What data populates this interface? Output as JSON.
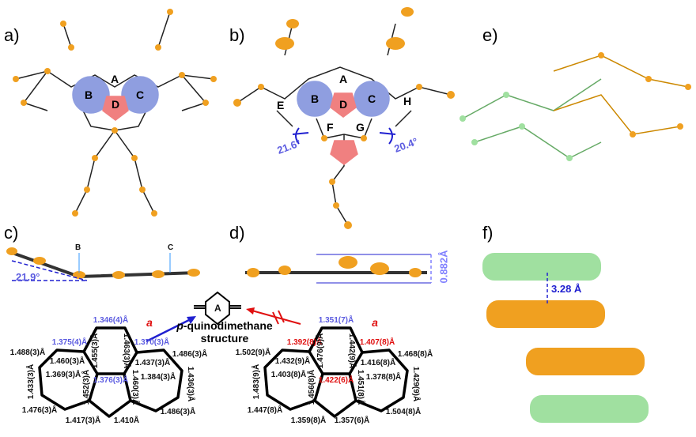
{
  "panels": {
    "a": "a)",
    "b": "b)",
    "c": "c)",
    "d": "d)",
    "e": "e)",
    "f": "f)"
  },
  "rings_a": [
    "A",
    "B",
    "C",
    "D"
  ],
  "rings_b": [
    "A",
    "B",
    "C",
    "D",
    "E",
    "F",
    "G",
    "H"
  ],
  "angles_b": [
    "21.6°",
    "20.4°"
  ],
  "panel_c": {
    "angle": "21.9°",
    "label_b": "B",
    "label_c": "C"
  },
  "panel_d": {
    "distance": "0.882Å"
  },
  "panel_f": {
    "distance": "3.28 Å"
  },
  "quinoid": {
    "ring": "A",
    "title_italic": "p",
    "title_rest": "-quinodimethane",
    "title_line2": "structure"
  },
  "bonds_left": {
    "alpha": "a",
    "top": "1.346(4)Å",
    "a_left": "1.375(4)Å",
    "a_right": "1.370(3)Å",
    "center": "1.376(3)Å",
    "hex_tl": "1.455(3)Å",
    "hex_tr": "1.463(3)Å",
    "hex_l": "1.460(3)Å",
    "hex_r": "1.437(3)Å",
    "l1": "1.488(3)Å",
    "l2": "1.433(3)Å",
    "l3": "1.476(3)Å",
    "l4": "1.369(3)Å",
    "p1": "1.452(3)Å",
    "p2": "1.460(3)Å",
    "p3": "1.417(3)Å",
    "p4": "1.410Å",
    "r1": "1.486(3)Å",
    "r2": "1.436(3)Å",
    "r3": "1.384(3)Å",
    "r4": "1.486(3)Å"
  },
  "bonds_right": {
    "alpha": "a",
    "top": "1.351(7)Å",
    "a_left": "1.392(8)Å",
    "a_right": "1.407(8)Å",
    "center": "1.422(6)Å",
    "hex_tl": "1.476(9)Å",
    "hex_tr": "1.442(9)Å",
    "hex_l": "1.432(9)Å",
    "hex_r": "1.416(8)Å",
    "l1": "1.502(9)Å",
    "l2": "1.483(9)Å",
    "l3": "1.447(8)Å",
    "l4": "1.403(8)Å",
    "p1": "1.456(8)Å",
    "p2": "1.451(8)Å",
    "p3": "1.359(8)Å",
    "p4": "1.357(6)Å",
    "r1": "1.468(8)Å",
    "r2": "1.429(9)Å",
    "r3": "1.378(8)Å",
    "r4": "1.504(8)Å"
  },
  "colors": {
    "ring_blue": "#8f9ee0",
    "ring_red": "#f08080",
    "atom_orange": "#f0a020",
    "atom_green": "#a0e0a0",
    "blue_text": "#5b5be0",
    "red_text": "#e01010"
  }
}
